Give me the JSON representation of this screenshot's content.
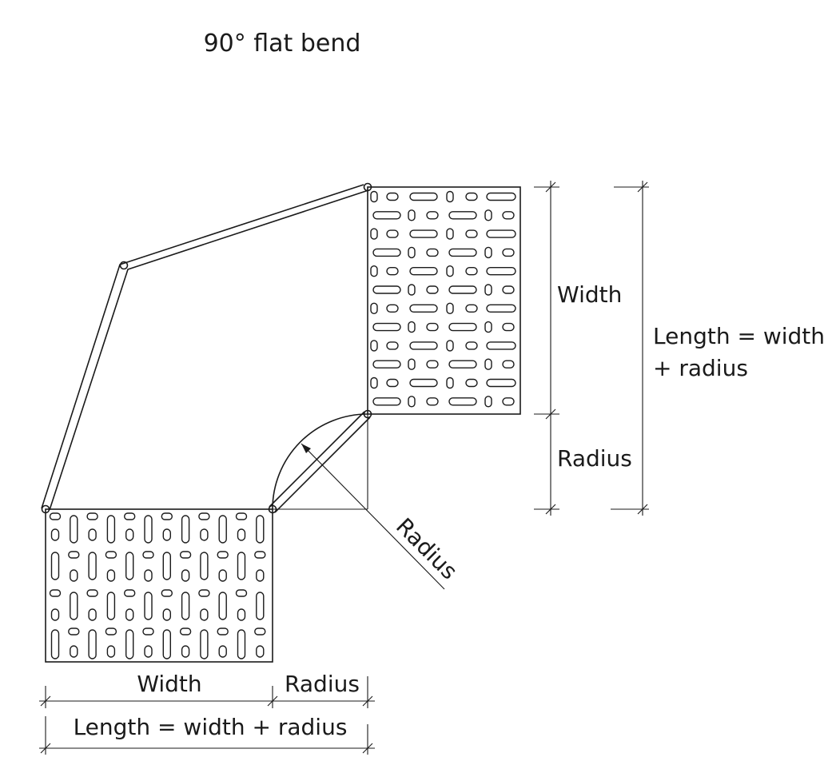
{
  "title": "90° flat bend",
  "labels": {
    "bottom_width": "Width",
    "bottom_radius": "Radius",
    "bottom_length": "Length = width + radius",
    "right_width": "Width",
    "right_radius": "Radius",
    "right_length_line1": "Length = width",
    "right_length_line2": "+ radius",
    "diagonal_radius": "Radius"
  }
}
